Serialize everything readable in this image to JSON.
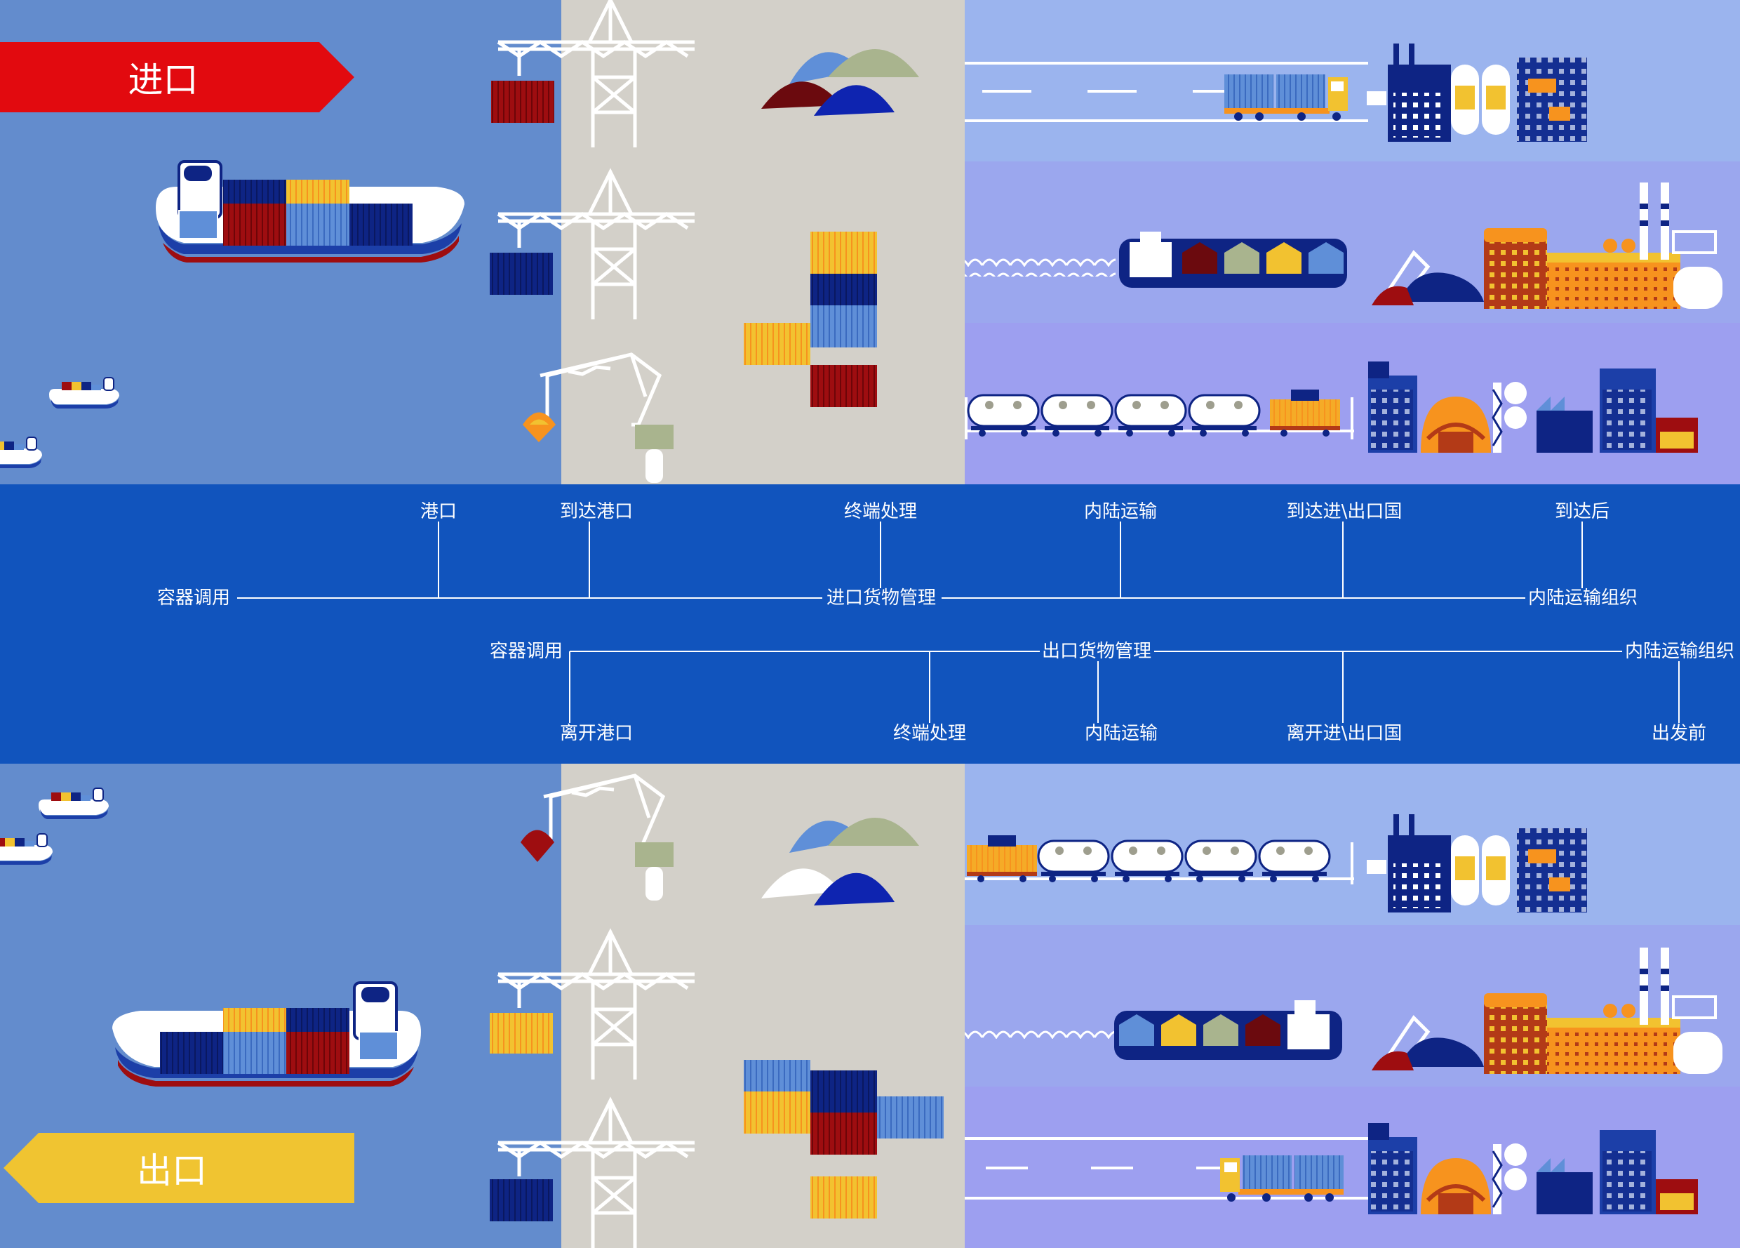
{
  "import_label": "进口",
  "export_label": "出口",
  "import_timeline": {
    "main_left": "容器调用",
    "main_center": "进口货物管理",
    "main_right": "内陆运输组织",
    "steps": [
      "港口",
      "到达港口",
      "终端处理",
      "内陆运输",
      "到达进\\出口国",
      "到达后"
    ]
  },
  "export_timeline": {
    "main_left": "容器调用",
    "main_center": "出口货物管理",
    "main_right": "内陆运输组织",
    "steps": [
      "离开港口",
      "终端处理",
      "内陆运输",
      "离开进\\出口国",
      "出发前"
    ]
  },
  "colors": {
    "sea": "#638ccd",
    "quay": "#d3d0c9",
    "land_light": "#9bb4ee",
    "land_mid": "#9ba7ee",
    "land_lavender": "#9d9ff0",
    "timeline_band": "#1154bd",
    "navy": "#0e2484",
    "red_container": "#9e0d10",
    "yellow_container": "#f2c230",
    "orange": "#f7931e",
    "import_red": "#e20a0f",
    "export_yellow": "#f0c431"
  }
}
